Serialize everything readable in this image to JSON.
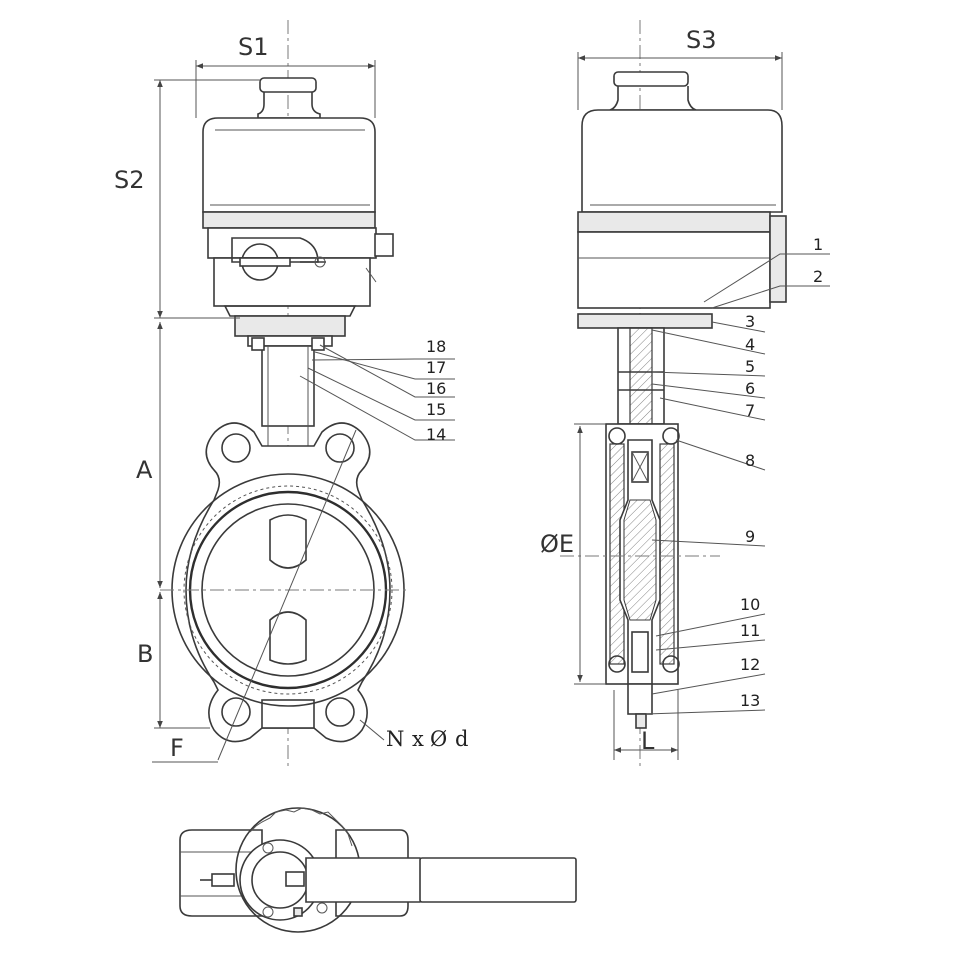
{
  "dimensions": {
    "s1": "S1",
    "s2": "S2",
    "s3": "S3",
    "a": "A",
    "b": "B",
    "f": "F",
    "e": "ØE",
    "l": "L",
    "bolt_n": "N",
    "bolt_x": "x",
    "bolt_diam": "Ø",
    "bolt_d": "d"
  },
  "part_numbers": {
    "p1": "1",
    "p2": "2",
    "p3": "3",
    "p4": "4",
    "p5": "5",
    "p6": "6",
    "p7": "7",
    "p8": "8",
    "p9": "9",
    "p10": "10",
    "p11": "11",
    "p12": "12",
    "p13": "13",
    "p14": "14",
    "p15": "15",
    "p16": "16",
    "p17": "17",
    "p18": "18"
  }
}
